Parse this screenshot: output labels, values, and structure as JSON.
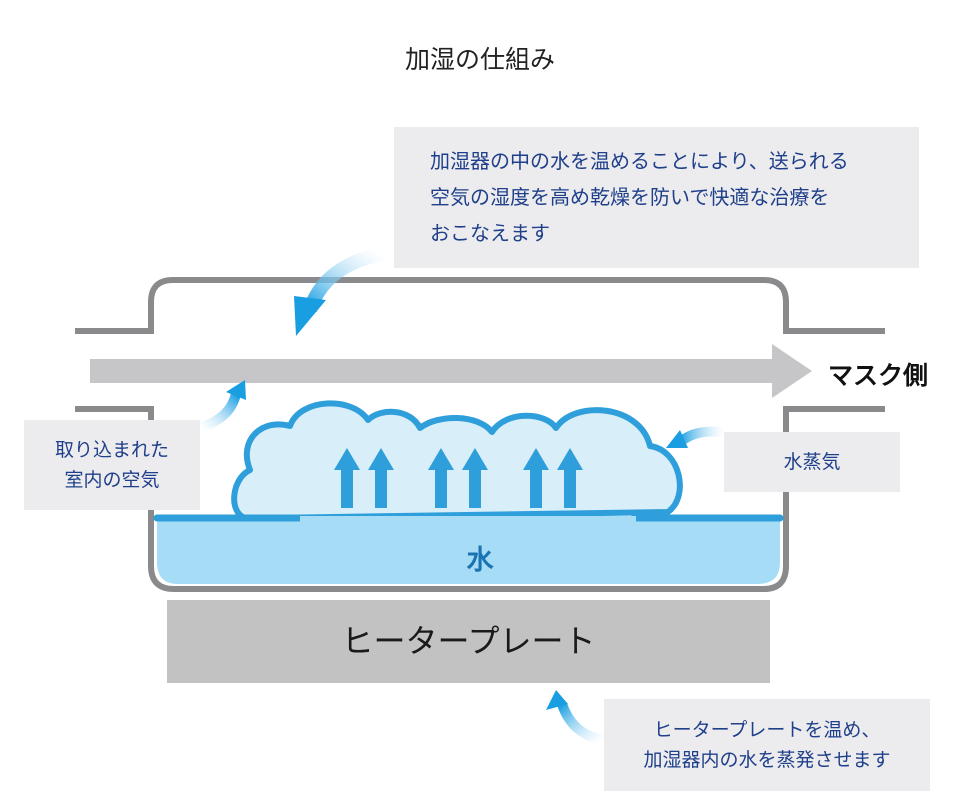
{
  "title": "加湿の仕組み",
  "notes": {
    "top": {
      "lines": [
        "加湿器の中の水を温めることにより、送られる",
        "空気の湿度を高め乾燥を防いで快適な治療を",
        "おこなえます"
      ]
    },
    "left": {
      "lines": [
        "取り込まれた",
        "室内の空気"
      ]
    },
    "right": {
      "lines": [
        "水蒸気"
      ]
    },
    "bottom": {
      "lines": [
        "ヒータープレートを温め、",
        "加湿器内の水を蒸発させます"
      ]
    }
  },
  "labels": {
    "mask_side": "マスク側",
    "water": "水",
    "heater_plate": "ヒータープレート"
  },
  "colors": {
    "note_bg": "#ececee",
    "note_text": "#1f3f8a",
    "housing": "#8a8a8c",
    "airflow": "#c6c6c8",
    "water": "#a6dcf5",
    "steam_cloud": "#d8eef9",
    "steam_stroke": "#2f9fdb",
    "accent_arrow": "#1a9ee2",
    "heater": "#c2c2c2"
  },
  "steam_arrows": {
    "groups": 3,
    "per_group": 2
  }
}
